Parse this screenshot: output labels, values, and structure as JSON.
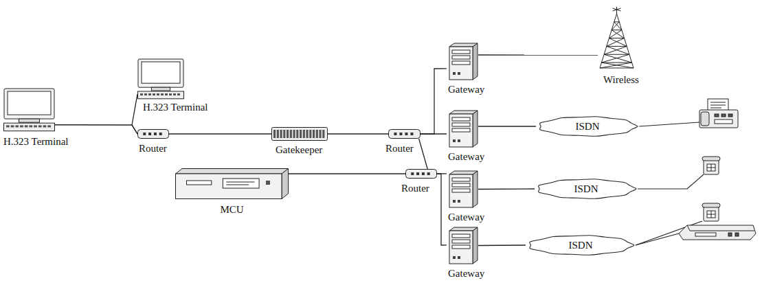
{
  "diagram": {
    "nodes": [
      {
        "text": [
          "H.323 Terminal"
        ]
      },
      {
        "text": [
          "H.323 Terminal"
        ]
      },
      {
        "text": [
          "Router"
        ]
      },
      {
        "text": [
          "Gatekeeper"
        ]
      },
      {
        "text": [
          "MCU"
        ]
      },
      {
        "text": [
          "Router"
        ]
      },
      {
        "text": [
          "Router"
        ]
      },
      {
        "text": [
          "Gateway"
        ]
      },
      {
        "text": [
          "Wireless"
        ]
      },
      {
        "text": [
          "Gateway"
        ]
      },
      {
        "text": [
          "ISDN"
        ]
      },
      {
        "text": [
          "Gateway"
        ]
      },
      {
        "text": [
          "ISDN"
        ]
      },
      {
        "text": [
          "Gateway"
        ]
      },
      {
        "text": [
          "ISDN"
        ]
      }
    ],
    "edges": [
      {
        "from": 0,
        "to": 2,
        "arrow": "none"
      },
      {
        "from": 1,
        "to": 2,
        "arrow": "none"
      },
      {
        "from": 2,
        "to": 3,
        "arrow": "none"
      },
      {
        "from": 3,
        "to": 5,
        "arrow": "none"
      },
      {
        "from": 5,
        "to": 7,
        "arrow": "none"
      },
      {
        "from": 5,
        "to": 9,
        "arrow": "none"
      },
      {
        "from": 5,
        "to": 6,
        "arrow": "none"
      },
      {
        "from": 4,
        "to": 6,
        "arrow": "none"
      },
      {
        "from": 6,
        "to": 11,
        "arrow": "none"
      },
      {
        "from": 6,
        "to": 13,
        "arrow": "none"
      },
      {
        "from": 7,
        "to": 8,
        "arrow": "none"
      },
      {
        "from": 9,
        "to": 10,
        "arrow": "none"
      },
      {
        "from": 11,
        "to": 12,
        "arrow": "none"
      },
      {
        "from": 13,
        "to": 14,
        "arrow": "none"
      }
    ]
  }
}
